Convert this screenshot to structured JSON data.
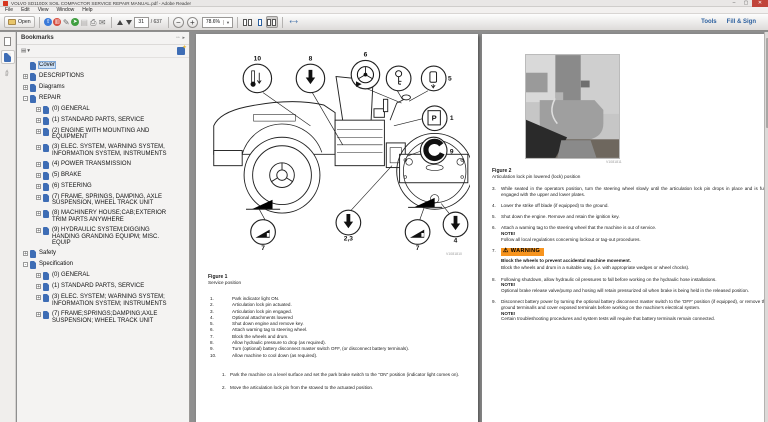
{
  "window": {
    "title": "VOLVO SD110DX SOIL COMPACTOR SERVICE REPAIR MANUAL.pdf - Adobe Reader",
    "menu_items": [
      "File",
      "Edit",
      "View",
      "Window",
      "Help"
    ]
  },
  "toolbar": {
    "open_label": "Open",
    "page_current": "31",
    "page_total": "/ 637",
    "zoom_value": "78.6%",
    "tools_label": "Tools",
    "fill_sign_label": "Fill & Sign"
  },
  "panel": {
    "title": "Bookmarks",
    "items": [
      {
        "exp": "",
        "label": "Cover",
        "l2": false,
        "sel": true
      },
      {
        "exp": "+",
        "label": "DESCRIPTIONS",
        "l2": false
      },
      {
        "exp": "+",
        "label": "Diagrams",
        "l2": false
      },
      {
        "exp": "-",
        "label": "REPAIR",
        "l2": false
      },
      {
        "exp": "+",
        "label": "(0) GENERAL",
        "l2": true
      },
      {
        "exp": "+",
        "label": "(1) STANDARD PARTS, SERVICE",
        "l2": true
      },
      {
        "exp": "+",
        "label": "(2) ENGINE WITH MOUNTING AND EQUIPMENT",
        "l2": true
      },
      {
        "exp": "+",
        "label": "(3) ELEC. SYSTEM, WARNING SYSTEM, INFORMATION SYSTEM, INSTRUMENTS",
        "l2": true
      },
      {
        "exp": "+",
        "label": "(4) POWER TRANSMISSION",
        "l2": true
      },
      {
        "exp": "+",
        "label": "(5) BRAKE",
        "l2": true
      },
      {
        "exp": "+",
        "label": "(6) STEERING",
        "l2": true
      },
      {
        "exp": "+",
        "label": "(7) FRAME, SPRINGS, DAMPING, AXLE SUSPENSION, WHEEL TRACK UNIT",
        "l2": true
      },
      {
        "exp": "+",
        "label": "(8) MACHINERY HOUSE;CAB;EXTERIOR TRIM PARTS ANYWHERE",
        "l2": true
      },
      {
        "exp": "+",
        "label": "(9) HYDRAULIC SYSTEM;DIGGING HANDING GRANDING EQUIPM; MISC. EQUIP",
        "l2": true
      },
      {
        "exp": "+",
        "label": "Safety",
        "l2": false
      },
      {
        "exp": "-",
        "label": "Specification",
        "l2": false
      },
      {
        "exp": "+",
        "label": "(0) GENERAL",
        "l2": true
      },
      {
        "exp": "+",
        "label": "(1) STANDARD PARTS, SERVICE",
        "l2": true
      },
      {
        "exp": "+",
        "label": "(3) ELEC. SYSTEM; WARNING SYSTEM; INFORMATION SYSTEM; INSTRUMENTS",
        "l2": true
      },
      {
        "exp": "+",
        "label": "(7) FRAME;SPRINGS;DAMPING;AXLE SUSPENSION; WHEEL TRACK UNIT",
        "l2": true
      }
    ]
  },
  "left_page": {
    "figure_title": "Figure 1",
    "figure_caption": "Service position",
    "figure_code": "V1081810",
    "p_label": "P",
    "callouts": [
      "10",
      "8",
      "6",
      "5",
      "1",
      "9",
      "7",
      "2,3",
      "7",
      "4"
    ],
    "legend": [
      {
        "num": "1.",
        "text": "Park indicator light ON."
      },
      {
        "num": "2.",
        "text": "Articulation lock pin actuated."
      },
      {
        "num": "3.",
        "text": "Articulation lock pin engaged."
      },
      {
        "num": "4.",
        "text": "Optional attachments lowered"
      },
      {
        "num": "5.",
        "text": "Shut down engine and remove key."
      },
      {
        "num": "6.",
        "text": "Attach warning tag to steering wheel."
      },
      {
        "num": "7.",
        "text": "Block the wheels and drum."
      },
      {
        "num": "8.",
        "text": "Allow hydraulic pressure to drop (as required)."
      },
      {
        "num": "9.",
        "text": "Turn (optional) battery disconnect master switch OFF, (or disconnect battery terminals)."
      },
      {
        "num": "10.",
        "text": "Allow machine to cool down (as required)."
      }
    ],
    "steps": [
      {
        "num": "1.",
        "text": "Park the machine on a level surface and set the park brake switch to the \"ON\" position (indicator light comes on)."
      },
      {
        "num": "2.",
        "text": "Move the articulation lock pin from the stowed to the actuated position."
      }
    ]
  },
  "right_page": {
    "figure_title": "Figure 2",
    "figure_caption": "Articulation lock pin lowered (lock) position",
    "figure_code": "V1081811",
    "steps": [
      {
        "num": "3.",
        "text": "While seated in the operators position, turn the steering wheel slowly until the articulation lock pin drops in place and is fully engaged with the upper and lower plates."
      },
      {
        "num": "4.",
        "text": "Lower the strike off blade (if equipped) to the ground."
      },
      {
        "num": "5.",
        "text": "Shut down the engine. Remove and retain the ignition key."
      },
      {
        "num": "6.",
        "text": "Attach a warning tag to the steering wheel that the machine is out of service.",
        "note_label": "NOTE!",
        "note_text": "Follow all local regulations concerning lockout or tag-out procedures."
      },
      {
        "num": "7.",
        "warning": true,
        "warn_label": "WARNING",
        "bold": "Block the wheels to prevent accidental machine movement.",
        "text": "Block the wheels and drum in a suitable way, (i.e. with appropriate wedges or wheel chocks)."
      },
      {
        "num": "8.",
        "text": "Following shutdown, allow hydraulic oil pressures to fall before working on the hydraulic hose installations.",
        "note_label": "NOTE!",
        "note_text": "Optional brake release valve/pump and hosing will retain pressurized oil when brake is being held in the released position."
      },
      {
        "num": "9.",
        "text": "Disconnect battery power by turning the optional battery disconnect master switch to the 'OFF' position (if equipped), or remove the ground terminal/s and cover exposed terminals before working on the machine's electrical system.",
        "note_label": "NOTE!",
        "note_text": "Certain troubleshooting procedures and system tests will require that battery terminals remain connected."
      }
    ]
  },
  "icons": {
    "warning": "⚠"
  },
  "colors": {
    "accent_blue": "#2b5f9e",
    "warning_orange": "#f7941e",
    "selection": "#cbdff6"
  }
}
